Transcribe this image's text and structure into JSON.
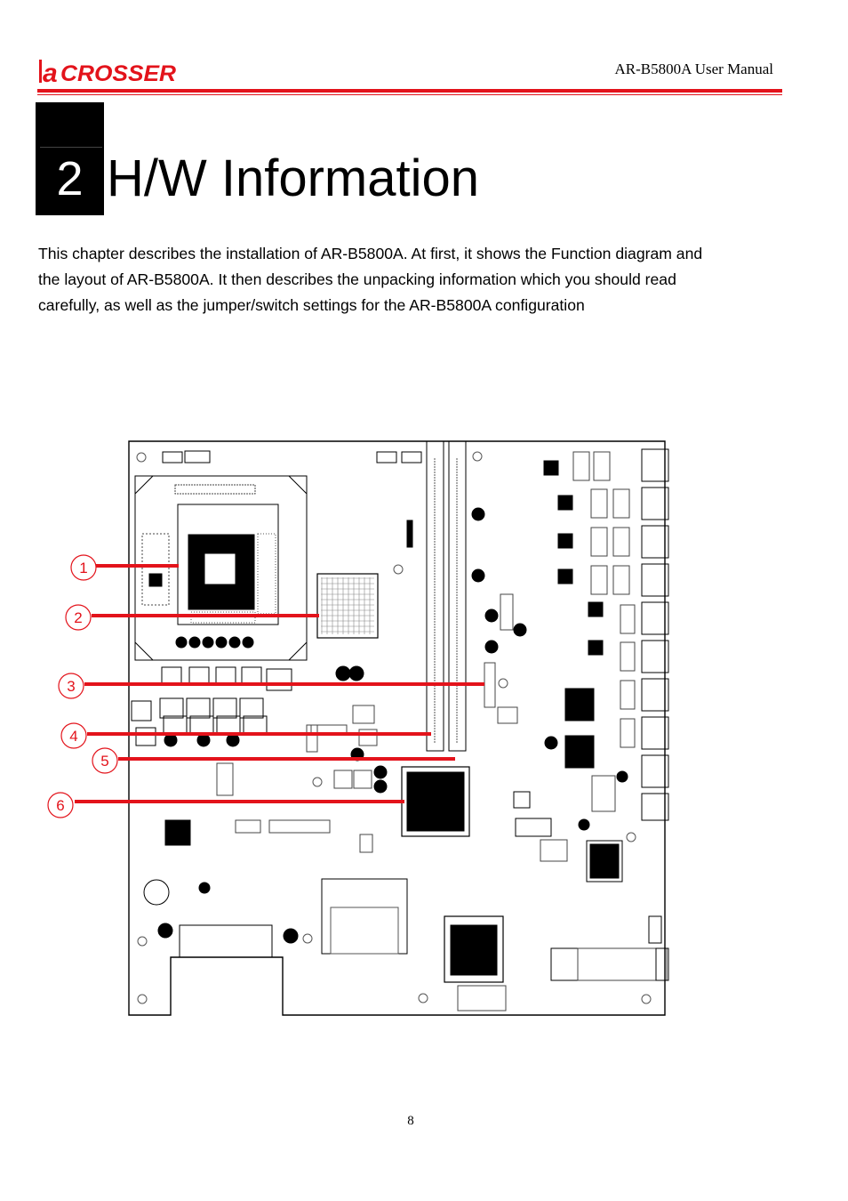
{
  "header": {
    "logo_text": "CROSSER",
    "logo_mark": "a",
    "manual_title": "AR-B5800A User Manual",
    "accent_color": "#e3131b"
  },
  "chapter": {
    "number": "2",
    "title": "H/W Information"
  },
  "intro": {
    "lines": [
      "This chapter describes the installation of AR-B5800A. At first, it shows the Function diagram and",
      "the layout of AR-B5800A. It then describes the unpacking information which you should read",
      "carefully, as well as the jumper/switch settings for the AR-B5800A configuration"
    ]
  },
  "diagram": {
    "callouts": [
      "1",
      "2",
      "3",
      "4",
      "5",
      "6"
    ]
  },
  "footer": {
    "page_number": "8"
  }
}
